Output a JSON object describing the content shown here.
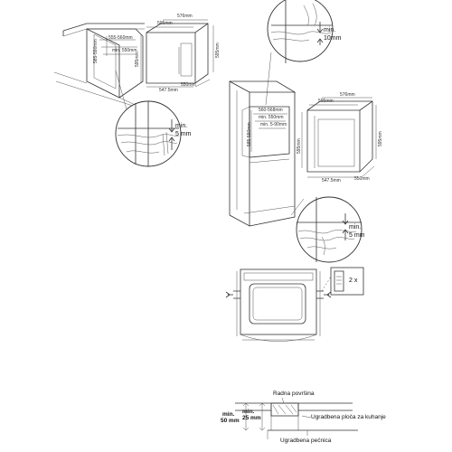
{
  "fig1": {
    "cab_w": "555-560mm",
    "cab_h": "585-590mm",
    "cab_d": "min. 550mm",
    "oven_w": "595mm",
    "oven_h": "595mm",
    "oven_d1": "576mm",
    "oven_d2": "550mm",
    "oven_d3": "547.5mm",
    "gap_min": "min.",
    "gap_val": "5 mm"
  },
  "fig2": {
    "gap_min": "min.",
    "gap_val": "10mm",
    "niche_w": "560-568mm",
    "niche_d": "min. 550mm",
    "niche_w2": "min. 5-90mm",
    "niche_h": "585-590mm",
    "oven_w": "595mm",
    "oven_w2": "576mm",
    "oven_h": "595mm",
    "oven_d": "550mm",
    "oven_d2": "547.5mm",
    "oven_h2": "595mm",
    "gap2_min": "min.",
    "gap2_val": "5 mm"
  },
  "fig3": {
    "screw_label": "2 x"
  },
  "fig4": {
    "radna_povrsina": "Radna površina",
    "ploca": "Ugradbena ploča za kuhanje",
    "pecnica": "Ugradbena pećnica",
    "min50_a": "min.",
    "min50_b": "50 mm",
    "min25_a": "min.",
    "min25_b": "25 mm"
  }
}
